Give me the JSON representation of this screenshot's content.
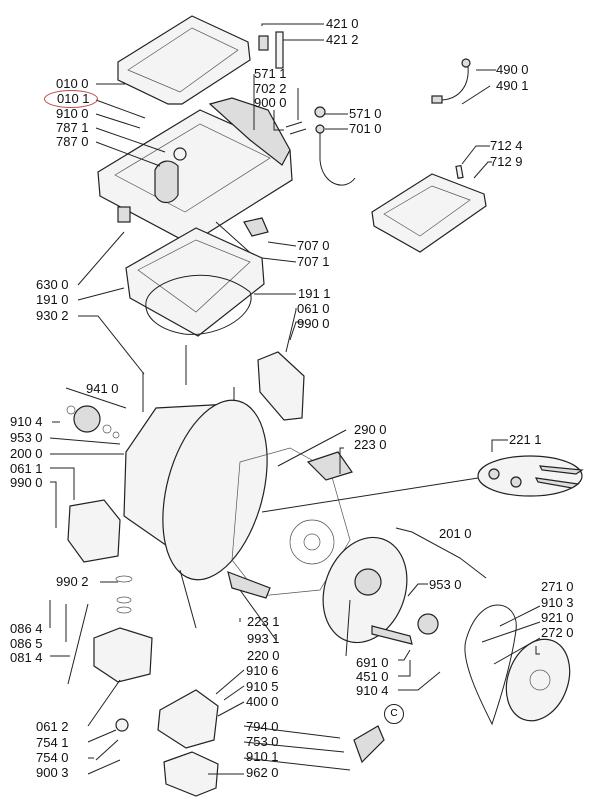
{
  "diagram": {
    "type": "exploded-parts-diagram",
    "subject": "top-loading washing machine",
    "highlight_color": "#c0504d",
    "highlighted_label": "010 1",
    "callout_marker": "C",
    "labels": {
      "l4210": "421 0",
      "l4212": "421 2",
      "l0100": "010 0",
      "l0101": "010 1",
      "l9100": "910 0",
      "l7871": "787 1",
      "l7870": "787 0",
      "l5711": "571 1",
      "l7022": "702 2",
      "l9000": "900 0",
      "l5710": "571 0",
      "l7010": "701 0",
      "l4900": "490 0",
      "l4901": "490 1",
      "l7124": "712 4",
      "l7129": "712 9",
      "l7070": "707 0",
      "l7071": "707 1",
      "l6300": "630 0",
      "l1910": "191 0",
      "l1911": "191 1",
      "l9302": "930 2",
      "l0610": "061 0",
      "l9900a": "990 0",
      "l9410": "941 0",
      "l9104a": "910 4",
      "l9530a": "953 0",
      "l2000": "200 0",
      "l0611": "061 1",
      "l9900b": "990 0",
      "l2900": "290 0",
      "l2230": "223 0",
      "l2211": "221 1",
      "l2010": "201 0",
      "l9530b": "953 0",
      "l9902": "990 2",
      "l0864": "086 4",
      "l0865": "086 5",
      "l0814": "081 4",
      "l2231": "223 1",
      "l9931": "993 1",
      "l2200": "220 0",
      "l2710": "271 0",
      "l9103": "910 3",
      "l9210": "921 0",
      "l2720": "272 0",
      "l6910": "691 0",
      "l4510": "451 0",
      "l9104b": "910 4",
      "l9106": "910 6",
      "l9105": "910 5",
      "l4000": "400 0",
      "l0612": "061 2",
      "l7541": "754 1",
      "l7540": "754 0",
      "l9003": "900 3",
      "l7940": "794 0",
      "l7530": "753 0",
      "l9101": "910 1",
      "l9620": "962 0"
    }
  }
}
